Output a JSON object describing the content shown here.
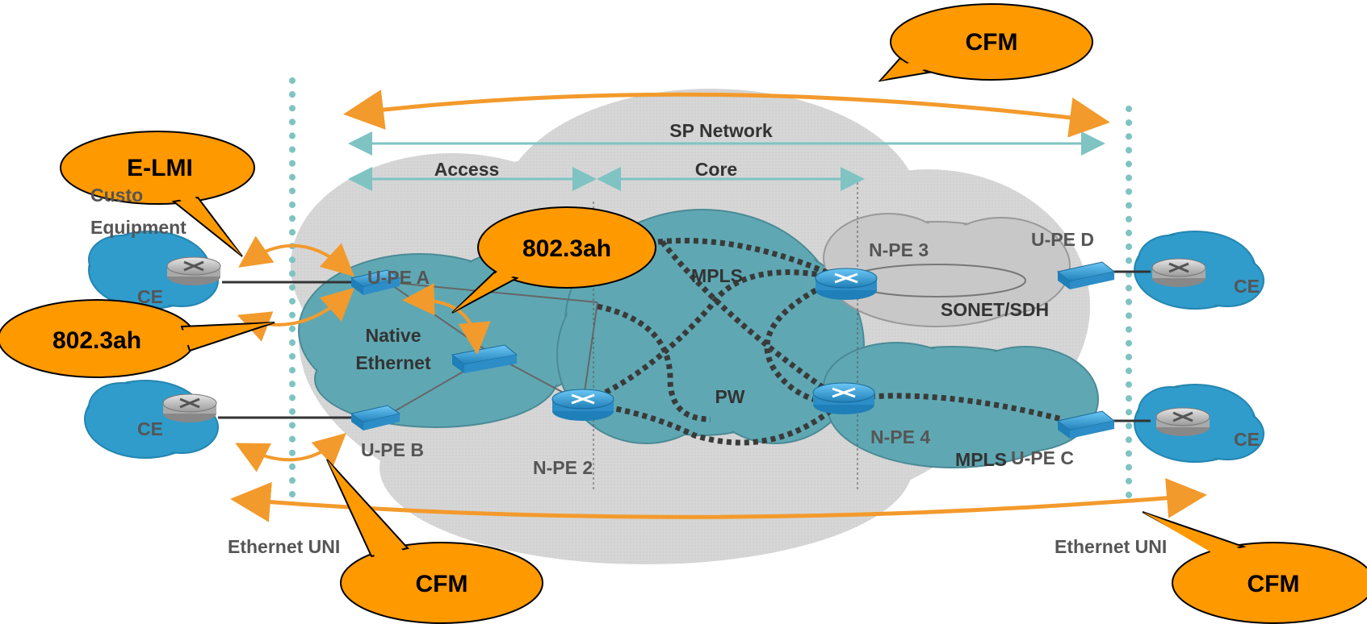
{
  "labels": {
    "sp_network": "SP Network",
    "access": "Access",
    "core": "Core",
    "customer_equipment_line1": "Custo",
    "customer_equipment_line2": "Equipment",
    "native_ethernet_line1": "Native",
    "native_ethernet_line2": "Ethernet",
    "mpls_top": "MPLS",
    "mpls_bottom": "MPLS",
    "pw": "PW",
    "sonet_sdh": "SONET/SDH",
    "upe_a": "U-PE A",
    "upe_b": "U-PE B",
    "upe_c": "U-PE C",
    "upe_d": "U-PE D",
    "npe2": "N-PE 2",
    "npe3": "N-PE 3",
    "npe4": "N-PE 4",
    "ce_left_top": "CE",
    "ce_left_bottom": "CE",
    "ce_right_top": "CE",
    "ce_right_bottom": "CE",
    "ethernet_uni_left": "Ethernet UNI",
    "ethernet_uni_right": "Ethernet UNI"
  },
  "callouts": {
    "cfm_top": "CFM",
    "elmi": "E-LMI",
    "dot3ah_top": "802.3ah",
    "dot3ah_left": "802.3ah",
    "cfm_bottom_left": "CFM",
    "cfm_bottom_right": "CFM"
  },
  "colors": {
    "callout_fill": "#ff9900",
    "arrow_orange": "#f39a2c",
    "arrow_teal": "#7fc3c3",
    "cloud_teal": "#5fa8b3",
    "cloud_blue": "#2f9ccc",
    "cloud_grey": "#c8c8c8",
    "device_blue": "#3aa0d8"
  }
}
